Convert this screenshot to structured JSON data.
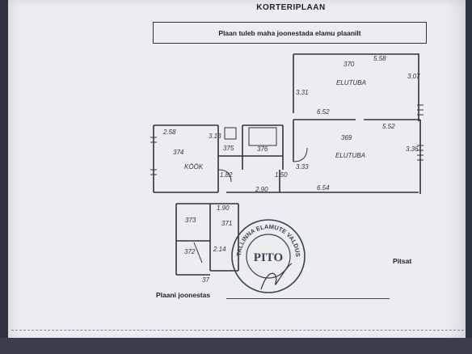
{
  "document": {
    "title": "KORTERIPLAAN",
    "notice": "Plaan tuleb maha joonestada elamu plaanilt",
    "signature_caption": "Pitsat",
    "drawn_by_label": "Plaani joonestas"
  },
  "rooms": [
    {
      "id": "370",
      "name": "ELUTUBA"
    },
    {
      "id": "369",
      "name": "ELUTUBA"
    },
    {
      "id": "374",
      "name": "KÖÖK"
    },
    {
      "id": "375",
      "name": ""
    },
    {
      "id": "376",
      "name": ""
    },
    {
      "id": "373",
      "name": ""
    },
    {
      "id": "371",
      "name": ""
    },
    {
      "id": "372",
      "name": ""
    },
    {
      "id": "37",
      "name": ""
    }
  ],
  "dimensions": [
    "5.58",
    "3.07",
    "3.31",
    "6.52",
    "5.52",
    "3.36",
    "2.58",
    "3.13",
    "3.33",
    "1.50",
    "2.90",
    "6.54",
    "1.82",
    "1.90",
    "2.14"
  ],
  "stamp": {
    "ring_text": "TALLINNA ELAMUTE VALDUS",
    "center_text": "PITO"
  }
}
